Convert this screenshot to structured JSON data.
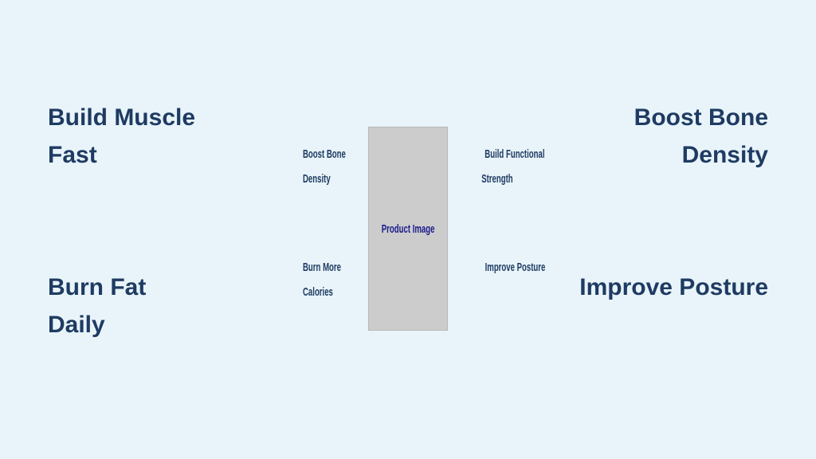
{
  "left_big": [
    [
      "Build Muscle",
      "Fast"
    ],
    [
      "Burn Fat",
      "Daily"
    ]
  ],
  "right_big": [
    [
      "Boost Bone",
      "Density"
    ],
    [
      "Improve Posture"
    ]
  ],
  "left_small": [
    [
      "Boost Bone",
      "Density"
    ],
    [
      "Burn More",
      "Calories"
    ]
  ],
  "right_small": [
    [
      "Build Functional",
      "Strength"
    ],
    [
      "Improve Posture"
    ]
  ],
  "product_label": "Product Image"
}
